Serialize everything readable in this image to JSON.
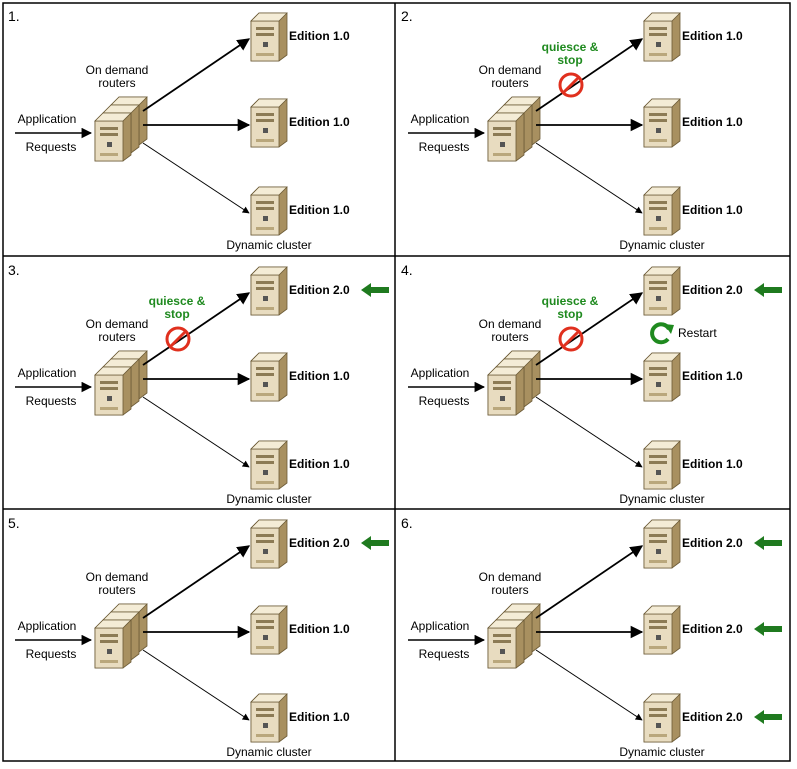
{
  "colors": {
    "border": "#000000",
    "arrow": "#000000",
    "edition_marker": "#1f7a1f",
    "quiesce_text": "#1f8a1f",
    "stop_symbol": "#e0301e",
    "restart_icon": "#1f8a1f",
    "server_body": "#e8dcc0",
    "server_shade": "#a89060"
  },
  "panels": [
    {
      "number": "1.",
      "routers_label": "On demand\nrouters",
      "request_label_top": "Application",
      "request_label_bottom": "Requests",
      "cluster_label": "Dynamic cluster",
      "quiesce": null,
      "restart": null,
      "servers": [
        {
          "edition": "Edition 1.0",
          "marker": false
        },
        {
          "edition": "Edition 1.0",
          "marker": false
        },
        {
          "edition": "Edition 1.0",
          "marker": false
        }
      ]
    },
    {
      "number": "2.",
      "routers_label": "On demand\nrouters",
      "request_label_top": "Application",
      "request_label_bottom": "Requests",
      "cluster_label": "Dynamic cluster",
      "quiesce": "quiesce &\nstop",
      "restart": null,
      "servers": [
        {
          "edition": "Edition 1.0",
          "marker": false
        },
        {
          "edition": "Edition 1.0",
          "marker": false
        },
        {
          "edition": "Edition 1.0",
          "marker": false
        }
      ]
    },
    {
      "number": "3.",
      "routers_label": "On demand\nrouters",
      "request_label_top": "Application",
      "request_label_bottom": "Requests",
      "cluster_label": "Dynamic cluster",
      "quiesce": "quiesce &\nstop",
      "restart": null,
      "servers": [
        {
          "edition": "Edition 2.0",
          "marker": true
        },
        {
          "edition": "Edition 1.0",
          "marker": false
        },
        {
          "edition": "Edition 1.0",
          "marker": false
        }
      ]
    },
    {
      "number": "4.",
      "routers_label": "On demand\nrouters",
      "request_label_top": "Application",
      "request_label_bottom": "Requests",
      "cluster_label": "Dynamic cluster",
      "quiesce": "quiesce &\nstop",
      "restart": "Restart",
      "servers": [
        {
          "edition": "Edition 2.0",
          "marker": true
        },
        {
          "edition": "Edition 1.0",
          "marker": false
        },
        {
          "edition": "Edition 1.0",
          "marker": false
        }
      ]
    },
    {
      "number": "5.",
      "routers_label": "On demand\nrouters",
      "request_label_top": "Application",
      "request_label_bottom": "Requests",
      "cluster_label": "Dynamic cluster",
      "quiesce": null,
      "restart": null,
      "servers": [
        {
          "edition": "Edition 2.0",
          "marker": true
        },
        {
          "edition": "Edition 1.0",
          "marker": false
        },
        {
          "edition": "Edition 1.0",
          "marker": false
        }
      ]
    },
    {
      "number": "6.",
      "routers_label": "On demand\nrouters",
      "request_label_top": "Application",
      "request_label_bottom": "Requests",
      "cluster_label": "Dynamic cluster",
      "quiesce": null,
      "restart": null,
      "servers": [
        {
          "edition": "Edition 2.0",
          "marker": true
        },
        {
          "edition": "Edition 2.0",
          "marker": true
        },
        {
          "edition": "Edition 2.0",
          "marker": true
        }
      ]
    }
  ]
}
